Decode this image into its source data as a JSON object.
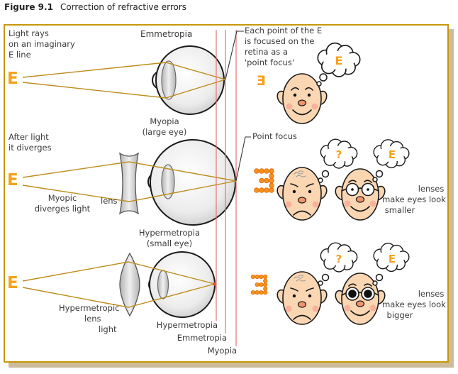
{
  "figure": {
    "label": "Figure 9.1",
    "caption": "Correction of refractive errors"
  },
  "colors": {
    "frame_gold": "#C8960C",
    "shadow_tan": "#CDBC9B",
    "accent_orange": "#F5A11C",
    "ray_gold": "#BE8D1E",
    "guide_red": "#E57373",
    "skin": "#FAD6B3",
    "text": "#3B3B3B"
  },
  "emmetropia": {
    "intro": [
      "Light rays",
      "on an imaginary",
      "E line"
    ],
    "title": "Emmetropia",
    "letter": "E",
    "annotation": [
      "Each point of the E",
      "is focused on the",
      "retina as a",
      "'point focus'"
    ],
    "retina_letter": "E",
    "thought_letter": "E"
  },
  "myopia": {
    "title": [
      "Myopia",
      "(large eye)"
    ],
    "intro": [
      "After light",
      "it diverges"
    ],
    "letter": "E",
    "lens_note": [
      "Myopic",
      "diverges light"
    ],
    "lens_label": "lens",
    "point_focus": "Point focus",
    "thought_question": "?",
    "thought_letter": "E",
    "note": [
      "lenses",
      "make eyes look",
      "smaller"
    ]
  },
  "hypermetropia": {
    "title": [
      "Hypermetropia",
      "(small eye)"
    ],
    "letter": "E",
    "lens_note": [
      "Hypermetropic",
      "lens",
      "light"
    ],
    "thought_question": "?",
    "thought_letter": "E",
    "note": [
      "lenses",
      "make eyes look",
      "bigger"
    ]
  },
  "guide_labels": [
    "Hypermetropia",
    "Emmetropia",
    "Myopia"
  ]
}
